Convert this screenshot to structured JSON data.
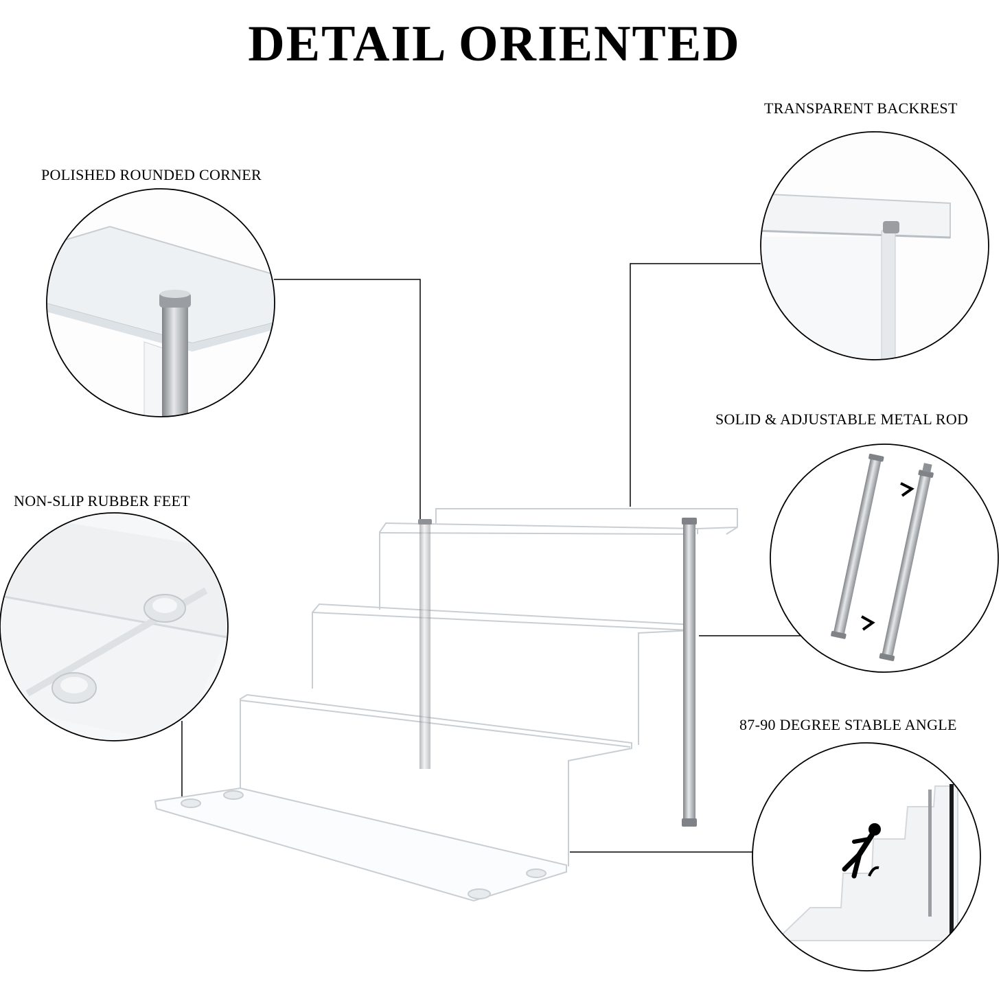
{
  "title": "DETAIL ORIENTED",
  "features": [
    {
      "label": "POLISHED ROUNDED CORNER",
      "icon": "rounded-corner-detail"
    },
    {
      "label": "TRANSPARENT BACKREST",
      "icon": "backrest-detail"
    },
    {
      "label": "NON-SLIP RUBBER FEET",
      "icon": "rubber-feet-detail"
    },
    {
      "label": "SOLID & ADJUSTABLE METAL ROD",
      "icon": "metal-rod-detail"
    },
    {
      "label": "87-90 DEGREE STABLE ANGLE",
      "icon": "stable-angle-detail"
    }
  ],
  "colors": {
    "line": "#000000",
    "acrylic_edge": "#c9ced3",
    "metal": "#a9adb1"
  }
}
